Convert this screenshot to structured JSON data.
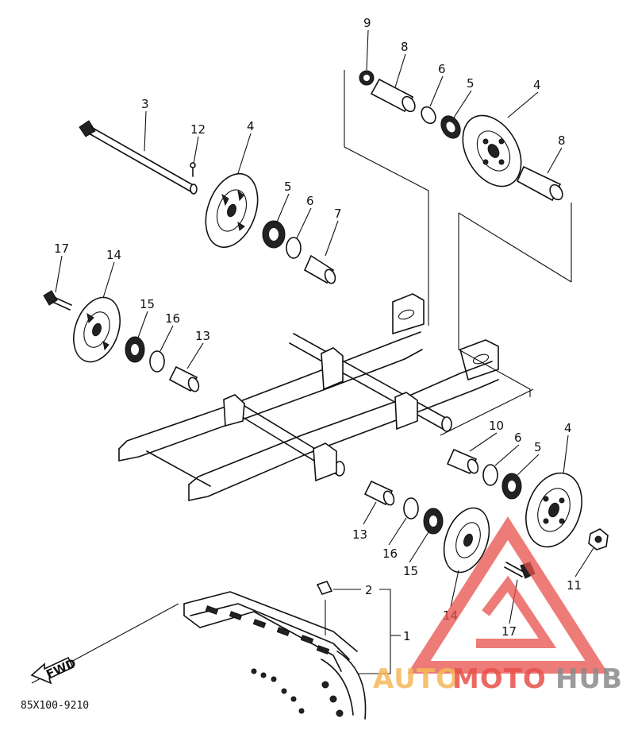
{
  "diagram": {
    "figure_code": "85X100-9210",
    "fwd_label": "FWD",
    "callouts": [
      {
        "id": "c9",
        "label": "9"
      },
      {
        "id": "c8a",
        "label": "8"
      },
      {
        "id": "c6a",
        "label": "6"
      },
      {
        "id": "c5a",
        "label": "5"
      },
      {
        "id": "c4a",
        "label": "4"
      },
      {
        "id": "c8b",
        "label": "8"
      },
      {
        "id": "c3",
        "label": "3"
      },
      {
        "id": "c12",
        "label": "12"
      },
      {
        "id": "c4b",
        "label": "4"
      },
      {
        "id": "c5b",
        "label": "5"
      },
      {
        "id": "c6b",
        "label": "6"
      },
      {
        "id": "c7",
        "label": "7"
      },
      {
        "id": "c17a",
        "label": "17"
      },
      {
        "id": "c14a",
        "label": "14"
      },
      {
        "id": "c15a",
        "label": "15"
      },
      {
        "id": "c16a",
        "label": "16"
      },
      {
        "id": "c13a",
        "label": "13"
      },
      {
        "id": "c10",
        "label": "10"
      },
      {
        "id": "c6c",
        "label": "6"
      },
      {
        "id": "c5c",
        "label": "5"
      },
      {
        "id": "c4c",
        "label": "4"
      },
      {
        "id": "c13b",
        "label": "13"
      },
      {
        "id": "c16b",
        "label": "16"
      },
      {
        "id": "c15b",
        "label": "15"
      },
      {
        "id": "c14b",
        "label": "14"
      },
      {
        "id": "c11",
        "label": "11"
      },
      {
        "id": "c17b",
        "label": "17"
      },
      {
        "id": "c2",
        "label": "2"
      },
      {
        "id": "c1",
        "label": "1"
      }
    ]
  },
  "watermark": {
    "part1": "AUTO",
    "part2": "MOTO",
    "part3": "HUB",
    "color_orange": "#f5b85a",
    "color_red": "#e8504a",
    "color_gray": "#8a8a8a"
  }
}
